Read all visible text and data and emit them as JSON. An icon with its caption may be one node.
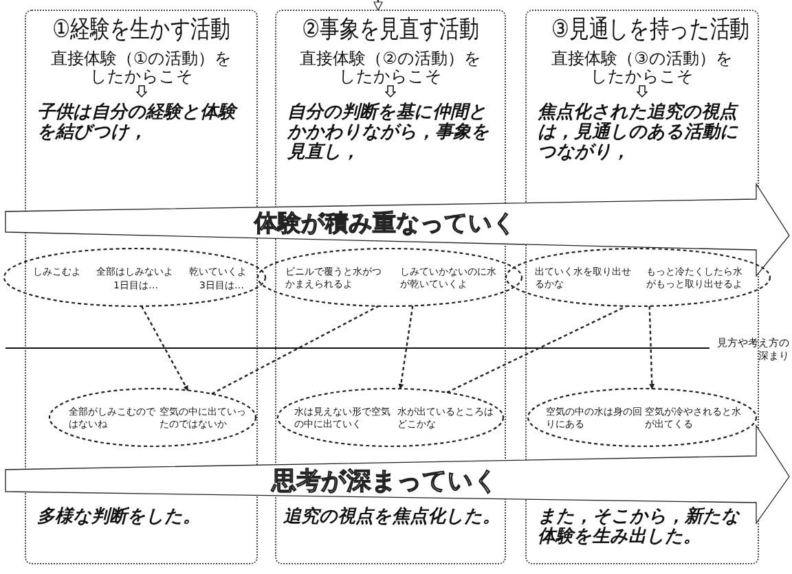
{
  "diagram": {
    "nodes": [
      {
        "text": [
          "①経験を生かす活動",
          "直接体験（①の活動）をしたからこそ",
          "子供は自分の経験と体験を結びつけ，",
          "多様な判断をした。"
        ]
      },
      {
        "text": [
          "②事象を見直す活動",
          "直接体験（②の活動）をしたからこそ",
          "自分の判断を基に仲間とかかわりながら，事象を見直し，",
          "追究の視点を焦点化した。"
        ]
      },
      {
        "text": [
          "③見通しを持った活動",
          "直接体験（③の活動）をしたからこそ",
          "焦点化された追究の視点は，見通しのある活動につながり，",
          "また，そこから，新たな体験を生み出した。"
        ]
      },
      {
        "text": [
          "体験が積み重なっていく"
        ]
      },
      {
        "text": [
          "しみこむよ",
          "全部はしみないよ",
          "乾いていくよ",
          "1日目は…",
          "3日目は…"
        ]
      },
      {
        "text": [
          "ビニルで覆うと水がつかまえられるよ",
          "しみていかないのに水が乾いていくよ"
        ]
      },
      {
        "text": [
          "出ていく水を取り出せるかな",
          "もっと冷たくしたら水がもっと取り出せるよ"
        ]
      },
      {
        "text": [
          "全部がしみこむのではないね",
          "空気の中に出ていったのではないか"
        ],
        "in": 0
      },
      {
        "text": [
          "水は見えない形で空気の中に出ていく",
          "水が出ているところはどこかな"
        ],
        "in": 1
      },
      {
        "text": [
          "空気の中の水は身の回りにある",
          "空気が冷やされると水が出てくる"
        ],
        "in": 2
      },
      {
        "text": [
          "思考が深まっていく"
        ]
      }
    ],
    "edges": [
      {
        "from": 4,
        "to": 7,
        "arrow": "to",
        "style": "dashed"
      },
      {
        "from": 7,
        "to": 5,
        "arrow": "none",
        "style": "dashed"
      },
      {
        "from": 5,
        "to": 8,
        "arrow": "to",
        "style": "dashed"
      },
      {
        "from": 8,
        "to": 6,
        "arrow": "none",
        "style": "dashed"
      },
      {
        "from": 6,
        "to": 9,
        "arrow": "to",
        "style": "dashed"
      },
      {
        "from": null,
        "to": 1,
        "arrow": "to"
      }
    ],
    "labels": [
      "見方や考え方の深まり"
    ]
  }
}
